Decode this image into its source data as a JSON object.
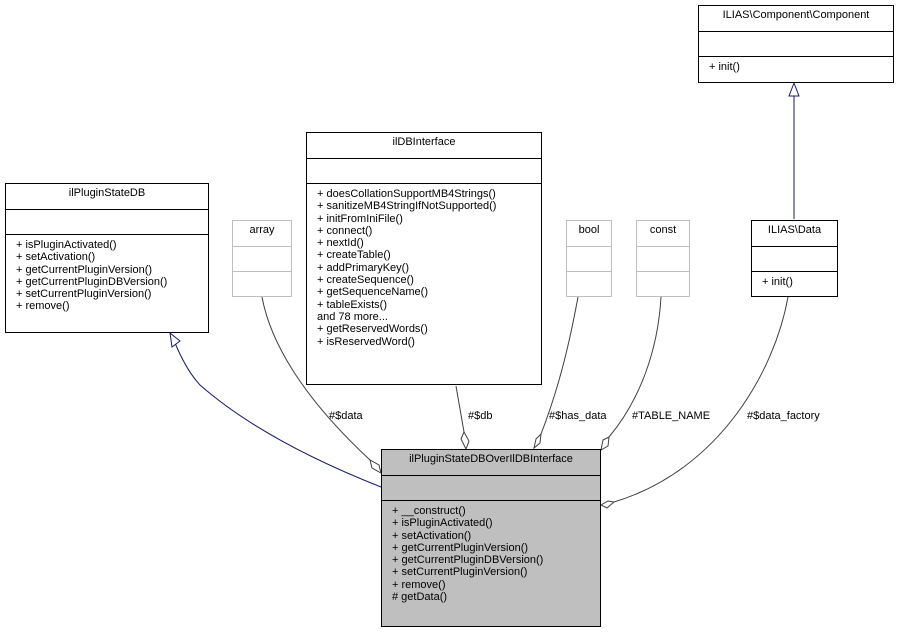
{
  "classes": {
    "component": {
      "name": "ILIAS\\Component\\Component",
      "methods": [
        "+ init()"
      ]
    },
    "plugin_state_db": {
      "name": "ilPluginStateDB",
      "methods": [
        "+ isPluginActivated()",
        "+ setActivation()",
        "+ getCurrentPluginVersion()",
        "+ getCurrentPluginDBVersion()",
        "+ setCurrentPluginVersion()",
        "+ remove()"
      ]
    },
    "array": {
      "name": "array"
    },
    "db_interface": {
      "name": "ilDBInterface",
      "methods": [
        "+ doesCollationSupportMB4Strings()",
        "+ sanitizeMB4StringIfNotSupported()",
        "+ initFromIniFile()",
        "+ connect()",
        "+ nextId()",
        "+ createTable()",
        "+ addPrimaryKey()",
        "+ createSequence()",
        "+ getSequenceName()",
        "+ tableExists()",
        "and 78 more...",
        "+ getReservedWords()",
        "+ isReservedWord()"
      ]
    },
    "bool": {
      "name": "bool"
    },
    "const": {
      "name": "const"
    },
    "data": {
      "name": "ILIAS\\Data",
      "methods": [
        "+ init()"
      ]
    },
    "main": {
      "name": "ilPluginStateDBOverIlDBInterface",
      "methods": [
        "+ __construct()",
        "+ isPluginActivated()",
        "+ setActivation()",
        "+ getCurrentPluginVersion()",
        "+ getCurrentPluginDBVersion()",
        "+ setCurrentPluginVersion()",
        "+ remove()",
        "# getData()"
      ]
    }
  },
  "edge_labels": {
    "data": "#$data",
    "db": "#$db",
    "has_data": "#$has_data",
    "table_name": "#TABLE_NAME",
    "data_factory": "#$data_factory"
  },
  "colors": {
    "inheritance": "#191970",
    "association": "#404040",
    "highlight": "#bfbfbf",
    "gray_border": "#bfbfbf"
  }
}
